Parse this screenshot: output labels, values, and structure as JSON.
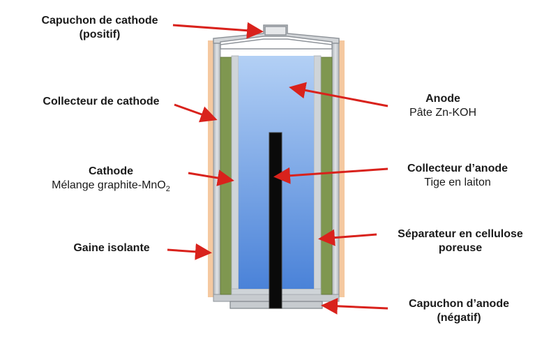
{
  "labels": {
    "cathode_cap": {
      "line1": "Capuchon de cathode",
      "line2": "(positif)"
    },
    "cathode_collector": {
      "line1": "Collecteur de cathode"
    },
    "cathode": {
      "line1": "Cathode",
      "line2_prefix": "Mélange graphite-MnO",
      "line2_sub": "2"
    },
    "insulating_sheath": {
      "line1": "Gaine isolante"
    },
    "anode": {
      "line1": "Anode",
      "line2": "Pâte Zn-KOH"
    },
    "anode_collector": {
      "line1": "Collecteur d’anode",
      "line2": "Tige en laiton"
    },
    "separator": {
      "line1": "Séparateur en cellulose",
      "line2": "poreuse"
    },
    "anode_cap": {
      "line1": "Capuchon d’anode",
      "line2": "(négatif)"
    }
  },
  "colors": {
    "sheath": "#f5c9a0",
    "collector": "#bfc4c9",
    "cathode_mix": "#7f9750",
    "separator": "#cfd4d8",
    "anode_paste_top": "#a9c8f2",
    "anode_paste_bottom": "#4f86d9",
    "rod": "#0a0a0a",
    "arrow": "#d9221c",
    "cap": "#bfc4c9"
  }
}
